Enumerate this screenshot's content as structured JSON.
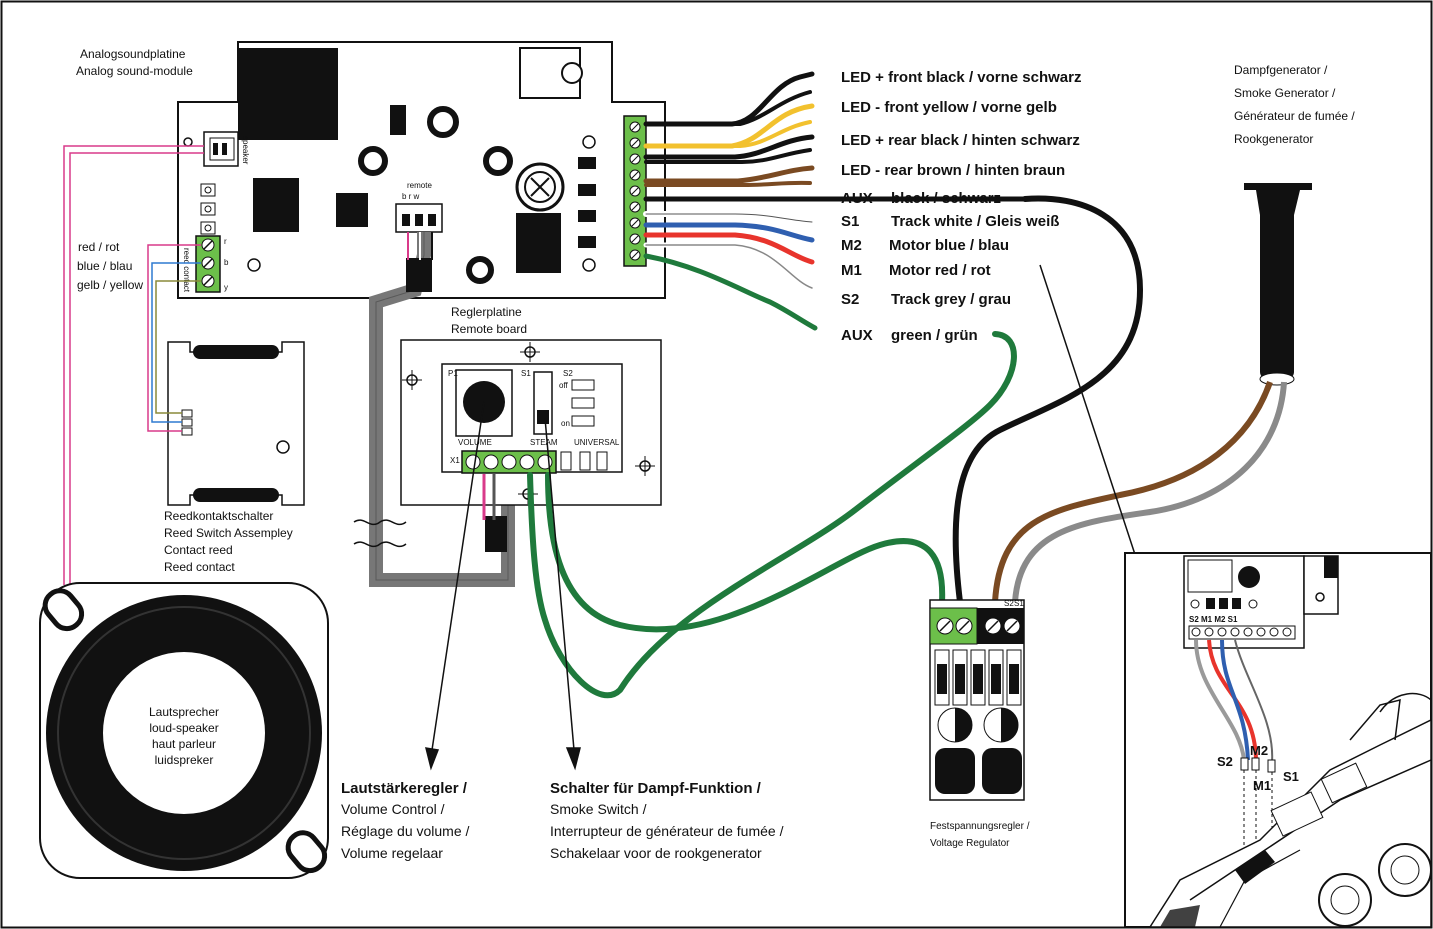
{
  "module": {
    "title_de": "Analogsoundplatine",
    "title_en": "Analog sound-module",
    "speaker_conn": "speaker",
    "remote_conn": "remote",
    "remote_pins": "b  r  w"
  },
  "reed_contact": {
    "label": "reed contact",
    "wire_labels": [
      "red / rot",
      "blue / blau",
      "gelb / yellow"
    ],
    "pins": [
      "r",
      "b",
      "y"
    ],
    "caption": [
      "Reedkontaktschalter",
      "Reed Switch Assempley",
      "Contact reed",
      "Reed contact"
    ]
  },
  "wires": [
    {
      "id": "aux-black-top",
      "label": "LED + front black / vorne schwarz",
      "color": "#111111"
    },
    {
      "id": "yellow",
      "label": "LED - front yellow / vorne gelb",
      "color": "#f2c12e"
    },
    {
      "id": "black-rear",
      "label": "LED + rear black / hinten schwarz",
      "color": "#111111"
    },
    {
      "id": "brown",
      "label": "LED - rear brown / hinten braun",
      "color": "#7a4a22"
    },
    {
      "id": "aux-black",
      "code": "AUX",
      "label": "black / schwarz",
      "color": "#111111"
    },
    {
      "id": "s1",
      "code": "S1",
      "label": "Track white / Gleis weiß",
      "color": "#ffffff"
    },
    {
      "id": "m2",
      "code": "M2",
      "label": "Motor blue / blau",
      "color": "#2f5fb0"
    },
    {
      "id": "m1",
      "code": "M1",
      "label": "Motor red / rot",
      "color": "#e8342c"
    },
    {
      "id": "s2",
      "code": "S2",
      "label": "Track grey / grau",
      "color": "#8a8a8a"
    },
    {
      "id": "aux-green",
      "code": "AUX",
      "label": "green / grün",
      "color": "#1f7a3c"
    }
  ],
  "smoke": {
    "lines": [
      "Dampfgenerator /",
      "Smoke Generator /",
      "Générateur de fumée /",
      "Rookgenerator"
    ]
  },
  "remote_board": {
    "title_de": "Reglerplatine",
    "title_en": "Remote board",
    "p1": "P1",
    "s1": "S1",
    "s2": "S2",
    "x1": "X1",
    "off": "off",
    "on": "on",
    "volume": "VOLUME",
    "steam": "STEAM",
    "universal": "UNIVERSAL"
  },
  "speaker": {
    "lines": [
      "Lautsprecher",
      "loud-speaker",
      "haut parleur",
      "luidspreker"
    ]
  },
  "volume_control": {
    "title": "Lautstärkeregler  /",
    "lines": [
      "Volume Control /",
      "Réglage du volume /",
      "Volume regelaar"
    ]
  },
  "smoke_switch": {
    "title": "Schalter für Dampf-Funktion /",
    "lines": [
      "Smoke Switch /",
      "Interrupteur de générateur de fumée /",
      "Schakelaar voor de rookgenerator"
    ]
  },
  "regulator": {
    "lines": [
      "Festspannungsregler /",
      "Voltage Regulator"
    ],
    "pins": [
      "S2",
      "S1"
    ]
  },
  "loco_inset": {
    "header_pins": "S2 M1 M2 S1",
    "tags": [
      "S2",
      "M2",
      "M1",
      "S1"
    ]
  },
  "colors": {
    "black": "#111111",
    "green": "#1f7a3c",
    "grey": "#8a8a8a",
    "brown": "#7a4a22",
    "red": "#e8342c",
    "blue": "#2f5fb0",
    "yellow": "#f2c12e",
    "pink": "#d93a8a",
    "greenLight": "#6cbf4a"
  }
}
